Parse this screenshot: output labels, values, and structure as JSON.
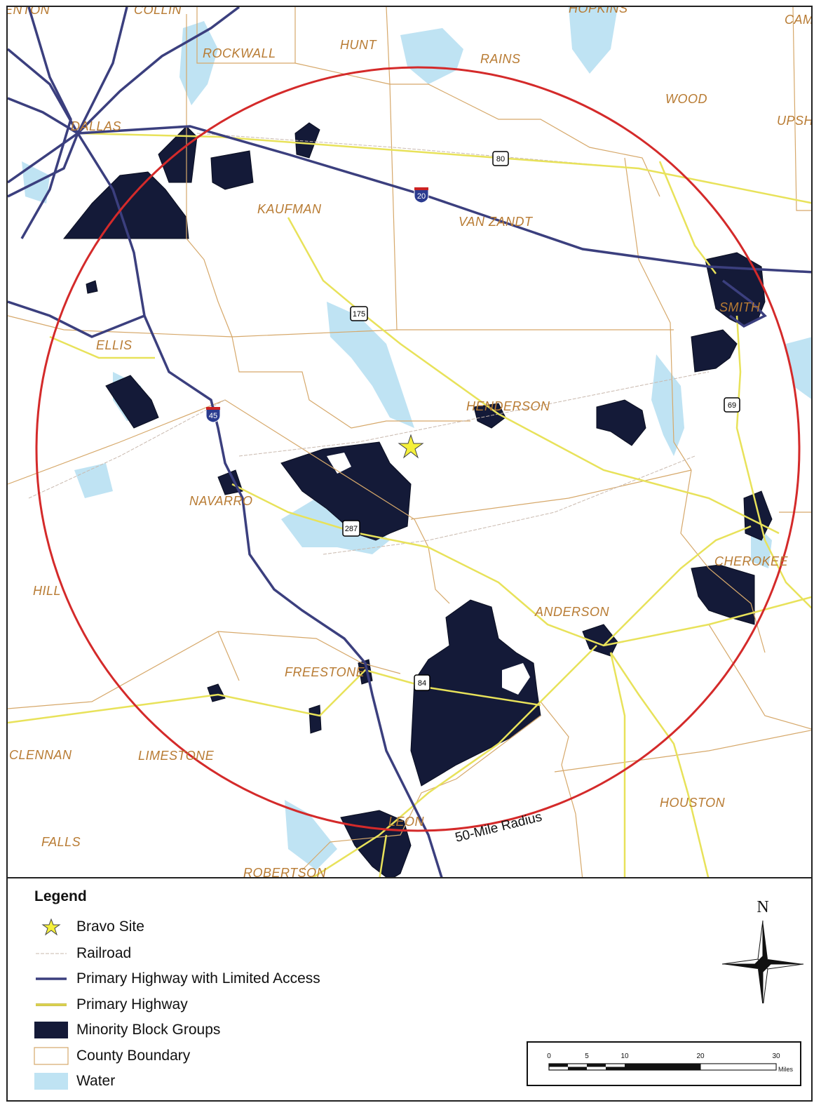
{
  "map": {
    "counties": {
      "denton": "ENTON",
      "collin": "COLLIN",
      "hopkins": "HOPKINS",
      "camp": "CAM",
      "rockwall": "ROCKWALL",
      "hunt": "HUNT",
      "rains": "RAINS",
      "wood": "WOOD",
      "upshur": "UPSH",
      "dallas": "DALLAS",
      "kaufman": "KAUFMAN",
      "van_zandt": "VAN ZANDT",
      "smith": "SMITH",
      "ellis": "ELLIS",
      "henderson": "HENDERSON",
      "navarro": "NAVARRO",
      "hill": "HILL",
      "cherokee": "CHEROKEE",
      "anderson": "ANDERSON",
      "freestone": "FREESTONE",
      "mclennan": "CLENNAN",
      "limestone": "LIMESTONE",
      "houston": "HOUSTON",
      "leon": "LEON",
      "falls": "FALLS",
      "robertson": "ROBERTSON"
    },
    "radius_label": "50-Mile Radius",
    "shields": {
      "us80": "80",
      "i20": "20",
      "us175": "175",
      "i45": "45",
      "us69": "69",
      "us287": "287",
      "us84": "84"
    },
    "colors": {
      "radius": "#d42a2a",
      "limited_access": "#3b3f7e",
      "primary_highway": "#e8e25a",
      "minority": "#141a38",
      "county_boundary": "#d6a86a",
      "water": "#bfe3f3"
    }
  },
  "legend": {
    "title": "Legend",
    "items": [
      {
        "label": "Bravo Site",
        "icon": "star-icon"
      },
      {
        "label": "Railroad",
        "icon": "railroad-line"
      },
      {
        "label": "Primary Highway with Limited Access",
        "icon": "limited-access-line"
      },
      {
        "label": "Primary Highway",
        "icon": "primary-highway-line"
      },
      {
        "label": "Minority Block Groups",
        "icon": "minority-swatch"
      },
      {
        "label": "County Boundary",
        "icon": "county-swatch"
      },
      {
        "label": "Water",
        "icon": "water-swatch"
      }
    ]
  },
  "north_arrow": {
    "label": "N"
  },
  "scale_bar": {
    "ticks": [
      "0",
      "5",
      "10",
      "20",
      "30"
    ],
    "unit": "Miles"
  }
}
